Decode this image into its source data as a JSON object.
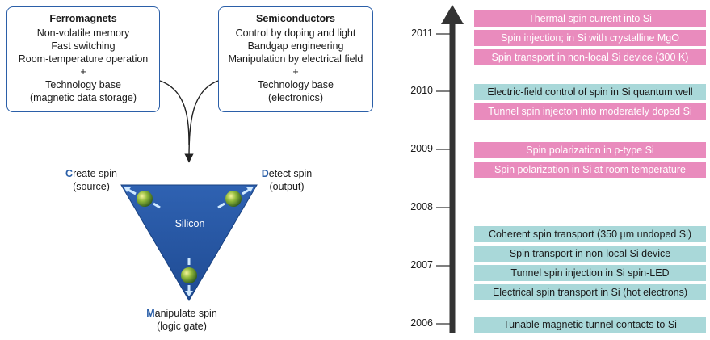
{
  "boxes": {
    "ferromagnets": {
      "title": "Ferromagnets",
      "lines": [
        "Non-volatile memory",
        "Fast switching",
        "Room-temperature operation",
        "+",
        "Technology base",
        "(magnetic data storage)"
      ]
    },
    "semiconductors": {
      "title": "Semiconductors",
      "lines": [
        "Control by doping and light",
        "Bandgap engineering",
        "Manipulation by electrical field",
        "+",
        "Technology base",
        "(electronics)"
      ]
    }
  },
  "triangle": {
    "center_label": "Silicon",
    "create": {
      "cap": "C",
      "rest": "reate spin",
      "sub": "(source)"
    },
    "detect": {
      "cap": "D",
      "rest": "etect spin",
      "sub": "(output)"
    },
    "manipulate": {
      "cap": "M",
      "rest": "anipulate spin",
      "sub": "(logic gate)"
    }
  },
  "timeline": {
    "years": [
      "2011",
      "2010",
      "2009",
      "2008",
      "2007",
      "2006"
    ],
    "events": [
      {
        "text": "Thermal spin current into Si",
        "color": "pink"
      },
      {
        "text": "Spin injection; in Si with crystalline MgO",
        "color": "pink"
      },
      {
        "text": "Spin transport in non-local Si device (300 K)",
        "color": "pink"
      },
      {
        "text": "Electric-field control of spin in Si quantum well",
        "color": "teal"
      },
      {
        "text": "Tunnel spin injecton into moderately doped Si",
        "color": "pink"
      },
      {
        "text": "Spin polarization in p-type Si",
        "color": "pink"
      },
      {
        "text": "Spin polarization in Si at room temperature",
        "color": "pink"
      },
      {
        "text": "Coherent spin transport (350 µm undoped Si)",
        "color": "teal"
      },
      {
        "text": "Spin transport in non-local Si device",
        "color": "teal"
      },
      {
        "text": "Tunnel spin injection in Si spin-LED",
        "color": "teal"
      },
      {
        "text": "Electrical spin transport in Si (hot electrons)",
        "color": "teal"
      },
      {
        "text": "Tunable magnetic tunnel contacts to Si",
        "color": "teal"
      }
    ]
  },
  "colors": {
    "accent": "#2b5fa8",
    "pink": "#e98bbd",
    "teal": "#a9d8d9",
    "triangle": "#2a5aa8"
  }
}
